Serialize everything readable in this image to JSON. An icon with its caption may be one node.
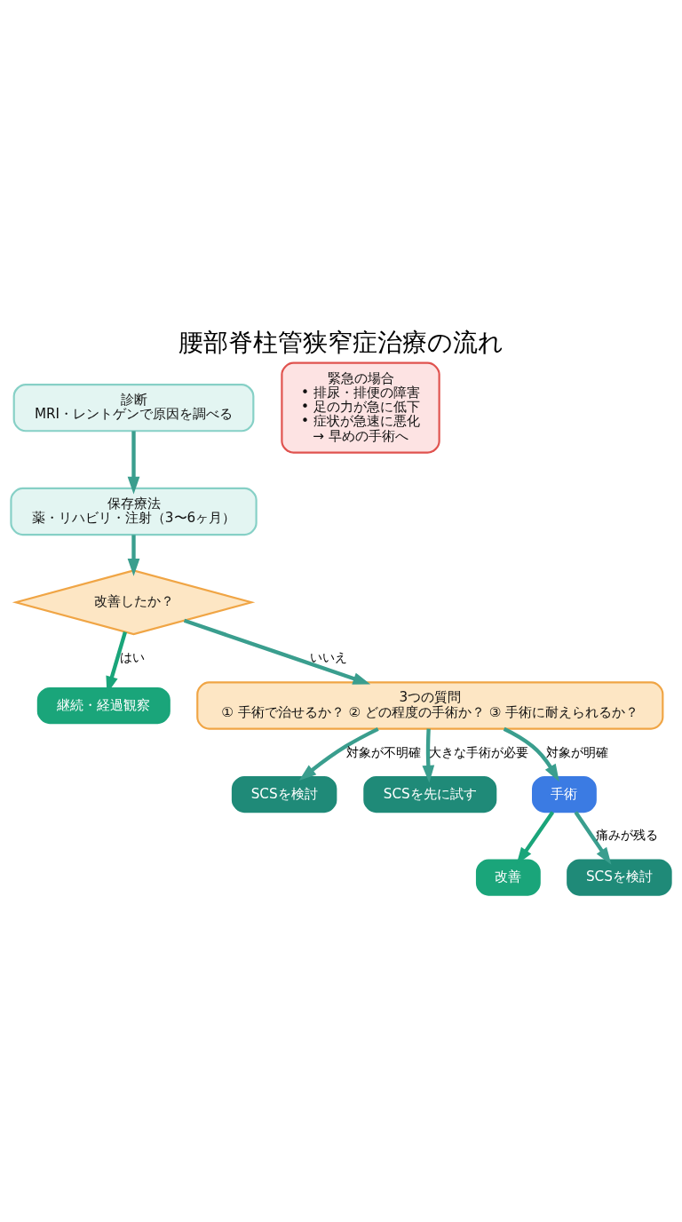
{
  "diagram": {
    "title": "腰部脊柱管狭窄症治療の流れ",
    "nodes": [
      {
        "text": [
          "診断",
          "MRI・レントゲンで原因を調べる"
        ]
      },
      {
        "text": [
          "保存療法",
          "薬・リハビリ・注射（3〜6ヶ月）"
        ]
      },
      {
        "text": [
          "改善したか？"
        ]
      },
      {
        "text": [
          "継続・経過観察"
        ]
      },
      {
        "text": [
          "3つの質問",
          "① 手術で治せるか？ ② どの程度の手術か？ ③ 手術に耐えられるか？"
        ]
      },
      {
        "text": [
          "SCSを検討"
        ]
      },
      {
        "text": [
          "SCSを先に試す"
        ]
      },
      {
        "text": [
          "手術"
        ]
      },
      {
        "text": [
          "改善"
        ]
      },
      {
        "text": [
          "SCSを検討"
        ]
      },
      {
        "text": [
          "緊急の場合",
          "• 排尿・排便の障害",
          "• 足の力が急に低下",
          "• 症状が急速に悪化",
          "→ 早めの手術へ"
        ]
      }
    ],
    "edges": [
      {
        "from": 0,
        "to": 1,
        "arrow": "to"
      },
      {
        "from": 1,
        "to": 2,
        "arrow": "to"
      },
      {
        "from": 2,
        "to": 3,
        "arrow": "to",
        "label": "はい",
        "color": "#1aa57a"
      },
      {
        "from": 2,
        "to": 4,
        "arrow": "to",
        "label": "いいえ"
      },
      {
        "from": 4,
        "to": 5,
        "arrow": "to",
        "label": "対象が不明確"
      },
      {
        "from": 4,
        "to": 6,
        "arrow": "to",
        "label": "大きな手術が必要"
      },
      {
        "from": 4,
        "to": 7,
        "arrow": "to",
        "label": "対象が明確"
      },
      {
        "from": 7,
        "to": 8,
        "arrow": "to",
        "color": "#1aa57a"
      },
      {
        "from": 7,
        "to": 9,
        "arrow": "to",
        "label": "痛みが残る"
      }
    ]
  }
}
